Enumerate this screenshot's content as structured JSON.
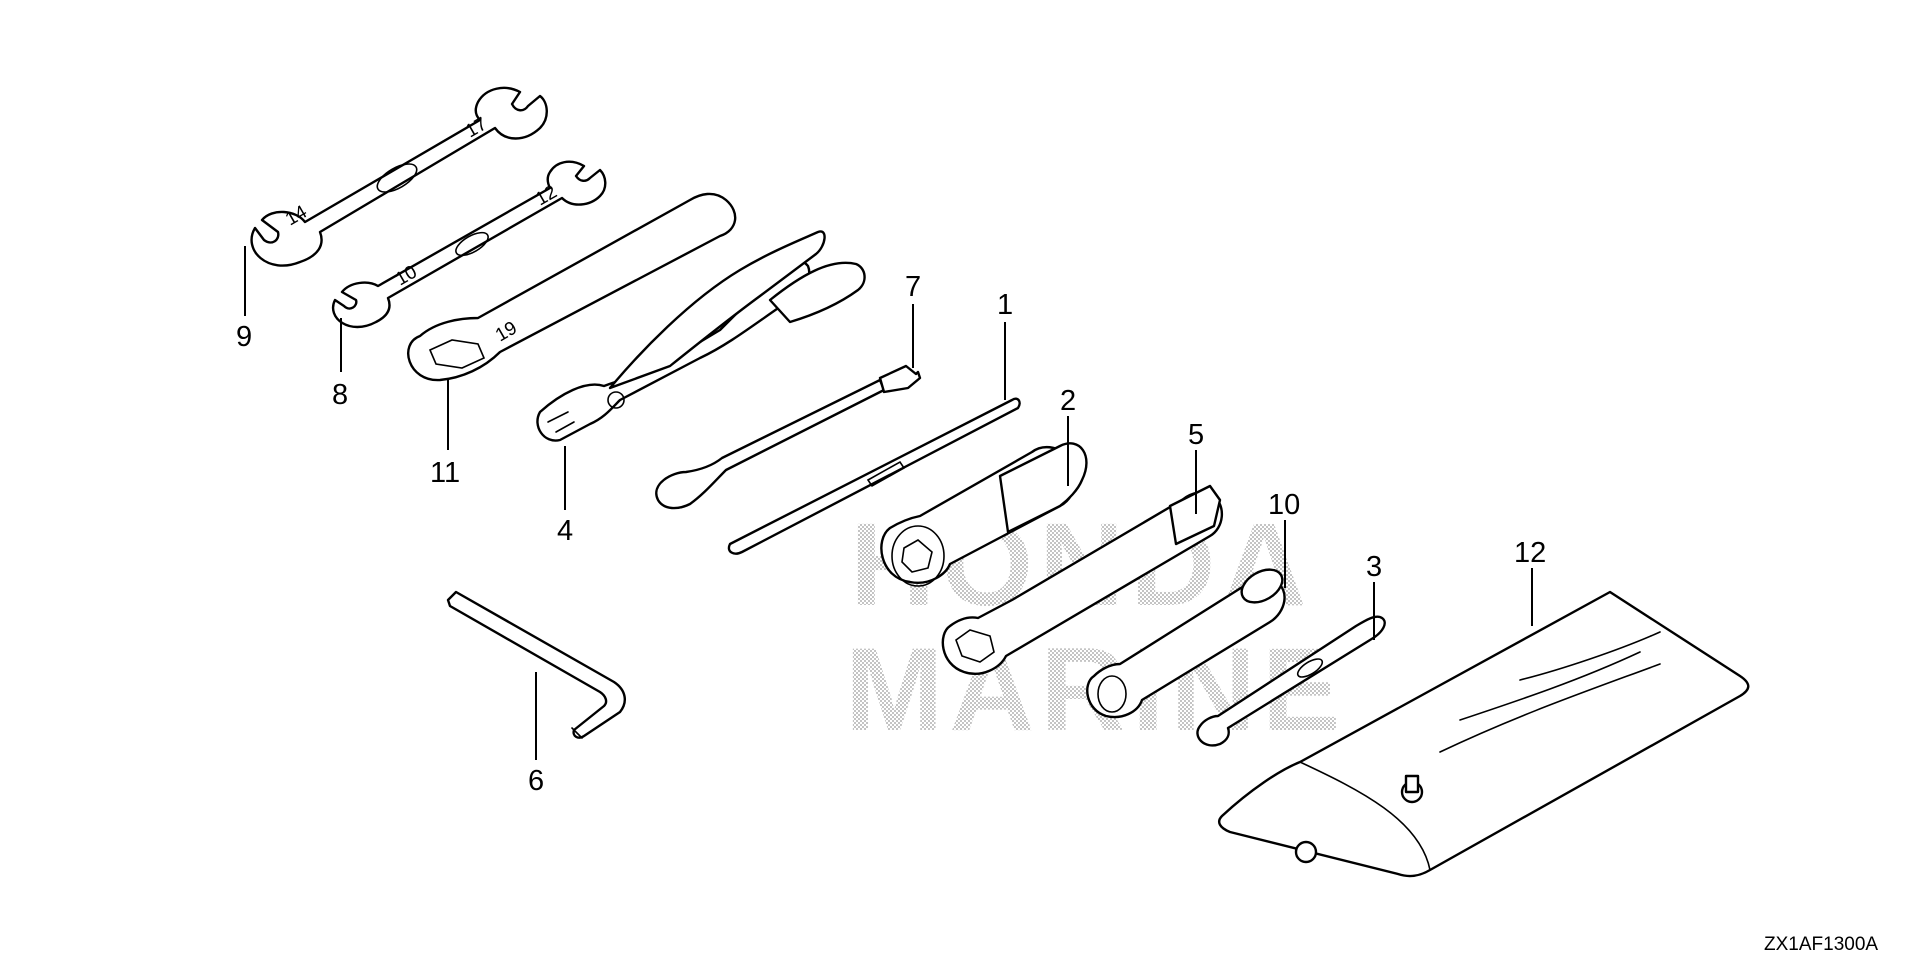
{
  "diagram": {
    "watermark": {
      "line1": "HONDA",
      "line2": "MARINE"
    },
    "drawing_code": "ZX1AF1300A",
    "callouts": {
      "p1": "1",
      "p2": "2",
      "p3": "3",
      "p4": "4",
      "p5": "5",
      "p6": "6",
      "p7": "7",
      "p8": "8",
      "p9": "9",
      "p10": "10",
      "p11": "11",
      "p12": "12"
    },
    "wrench_sizes": {
      "w9_a": "17",
      "w9_b": "14",
      "w8_a": "12",
      "w8_b": "10",
      "w11": "19"
    }
  }
}
